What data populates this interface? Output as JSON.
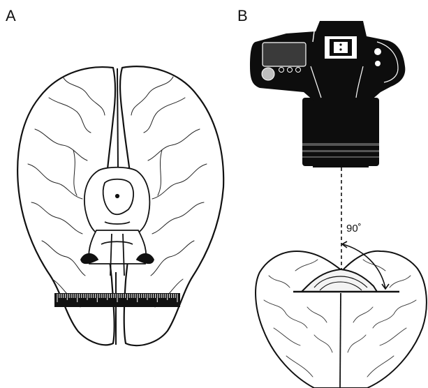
{
  "panels": {
    "a": {
      "label": "A",
      "subject": "brain-inferior-view-with-scale-ruler"
    },
    "b": {
      "label": "B",
      "subject": "camera-above-brain-setup"
    }
  },
  "angle": {
    "text": "90˚"
  },
  "icons": {
    "camera": "camera-icon",
    "brain_a": "brain-icon",
    "brain_b": "brain-icon",
    "ruler": "ruler-icon"
  },
  "colors": {
    "ink": "#111111",
    "paper": "#ffffff",
    "camera_body": "#0d0d0d"
  }
}
